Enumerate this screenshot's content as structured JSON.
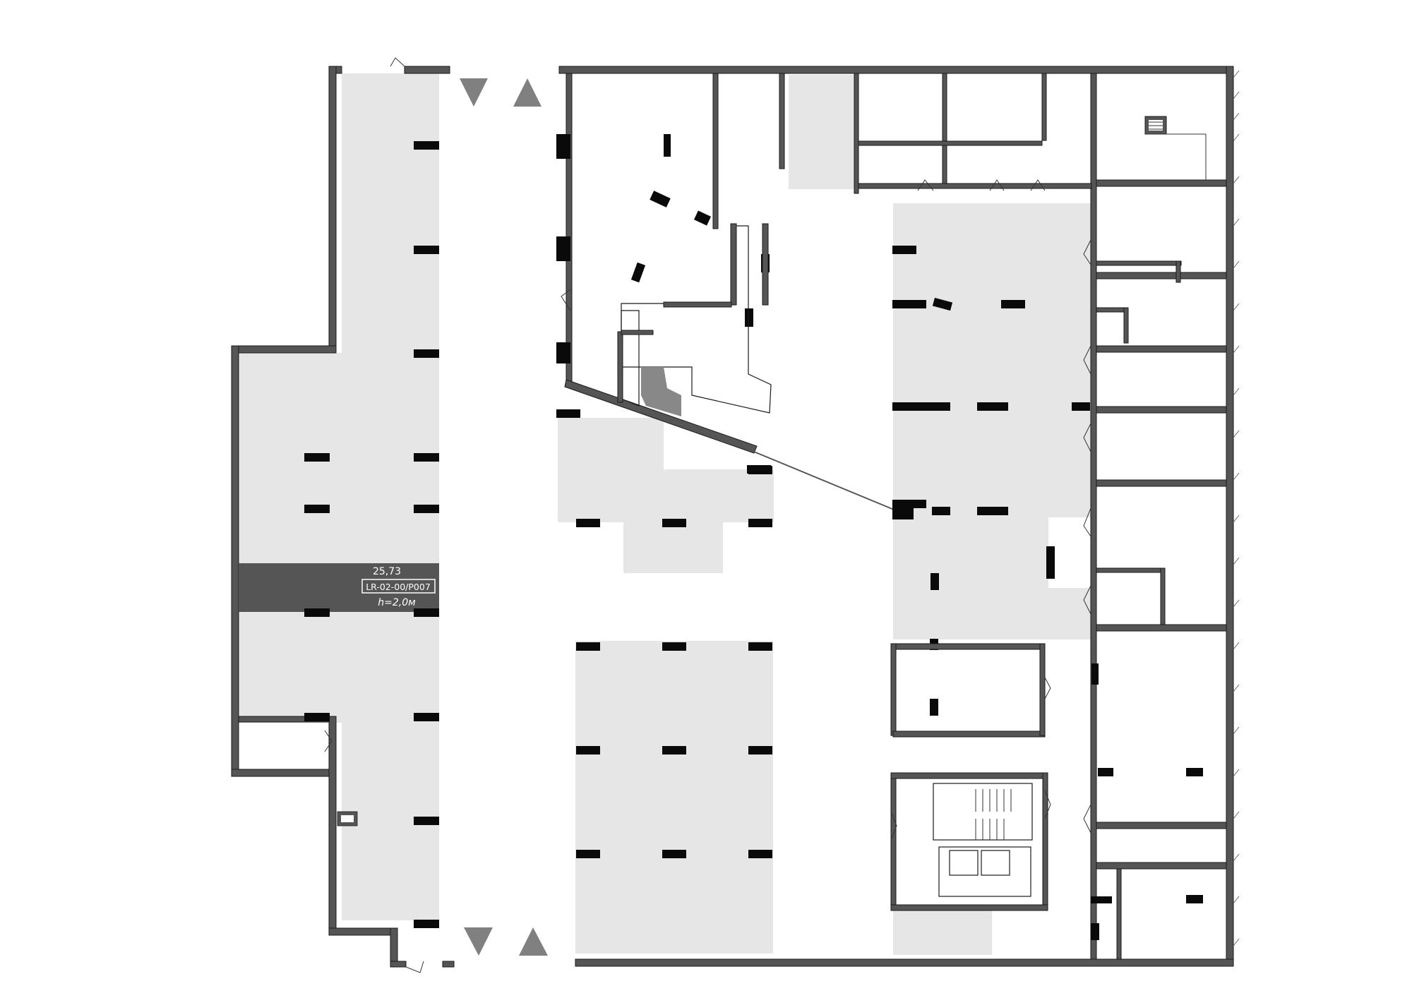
{
  "parking_spot": {
    "area": "25,73",
    "code": "LR-02-00/P007",
    "height": "h=2,0м"
  },
  "colors": {
    "wall": "#555555",
    "zone": "#e6e6e6",
    "column": "#0a0a0a",
    "highlight": "#555555",
    "arrow": "#808080"
  },
  "icons": {
    "arrow_down": "triangle-down-icon",
    "arrow_up": "triangle-up-icon"
  }
}
